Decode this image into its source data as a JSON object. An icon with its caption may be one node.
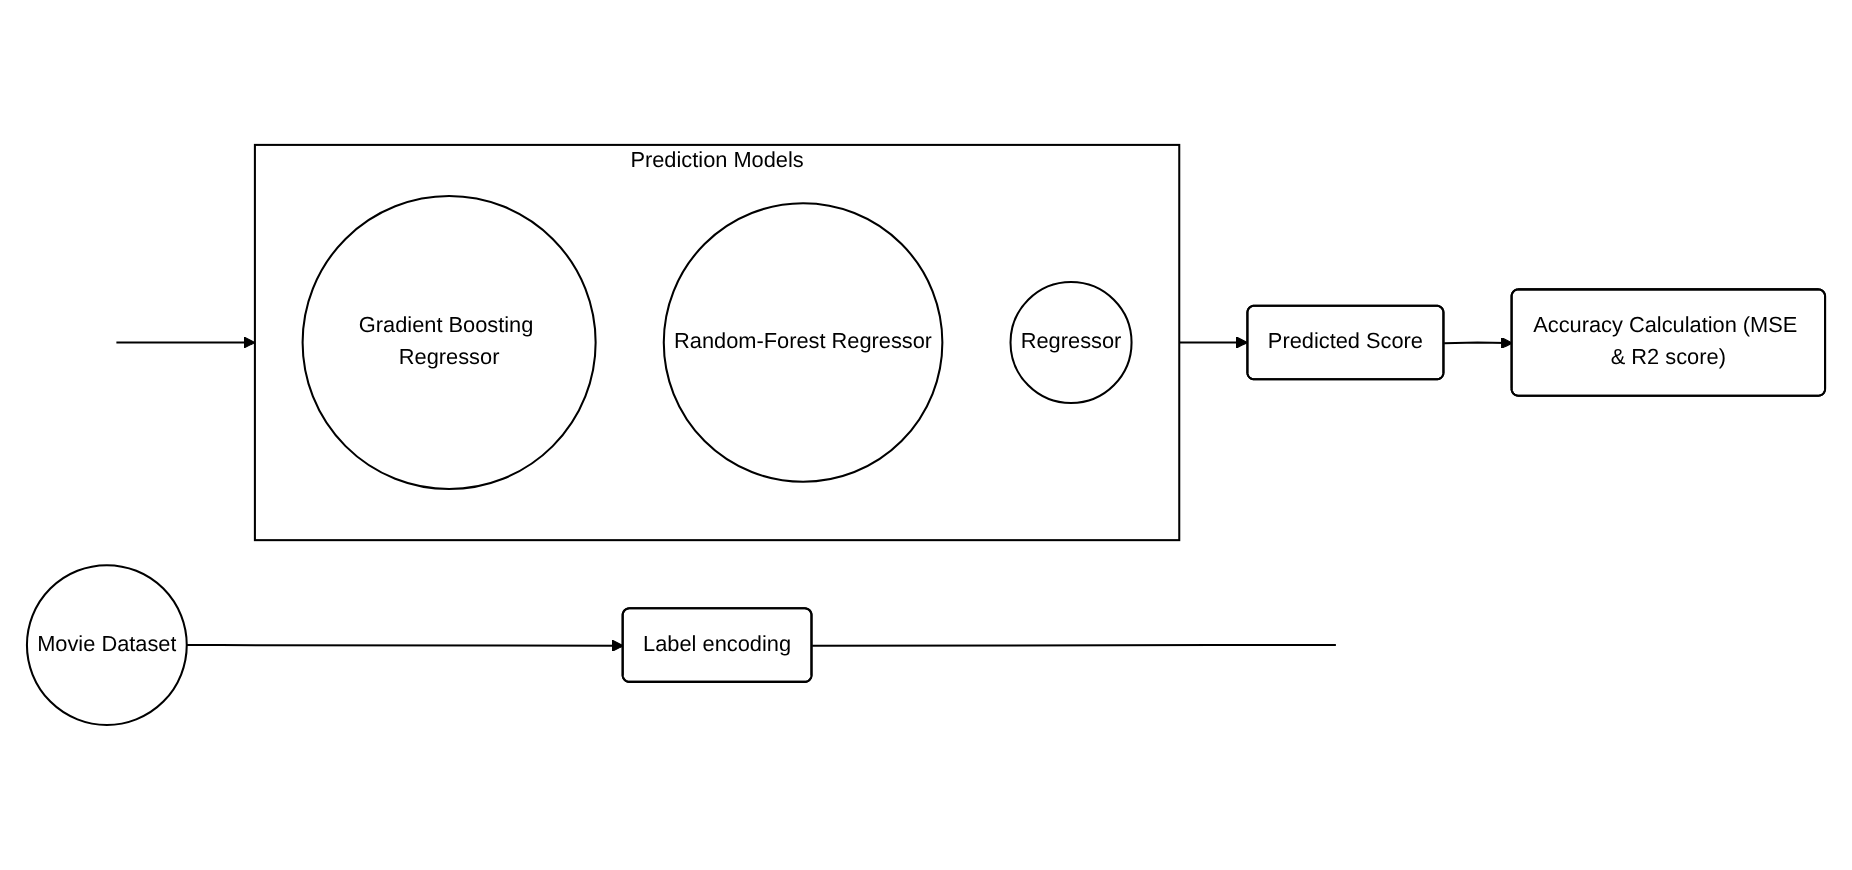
{
  "diagram": {
    "nodes": [
      {
        "text": [
          "Movie Dataset"
        ]
      },
      {
        "text": [
          "Label encoding"
        ]
      },
      {
        "text": [
          "Prediction Models"
        ]
      },
      {
        "text": [
          "Gradient Boosting Regressor"
        ],
        "in": 2
      },
      {
        "text": [
          "Random-Forest Regressor"
        ],
        "in": 2
      },
      {
        "text": [
          "Regressor"
        ],
        "in": 2
      },
      {
        "text": [
          "Predicted Score"
        ]
      },
      {
        "text": [
          "Accuracy Calculation (MSE & R2 score)"
        ]
      }
    ],
    "edges": [
      {
        "from": 0,
        "to": 1,
        "arrow": "to"
      },
      {
        "from": 1,
        "to": null,
        "arrow": "none"
      },
      {
        "from": null,
        "to": 2,
        "arrow": "to"
      },
      {
        "from": 2,
        "to": 6,
        "arrow": "to"
      },
      {
        "from": 6,
        "to": 7,
        "arrow": "to"
      }
    ]
  }
}
